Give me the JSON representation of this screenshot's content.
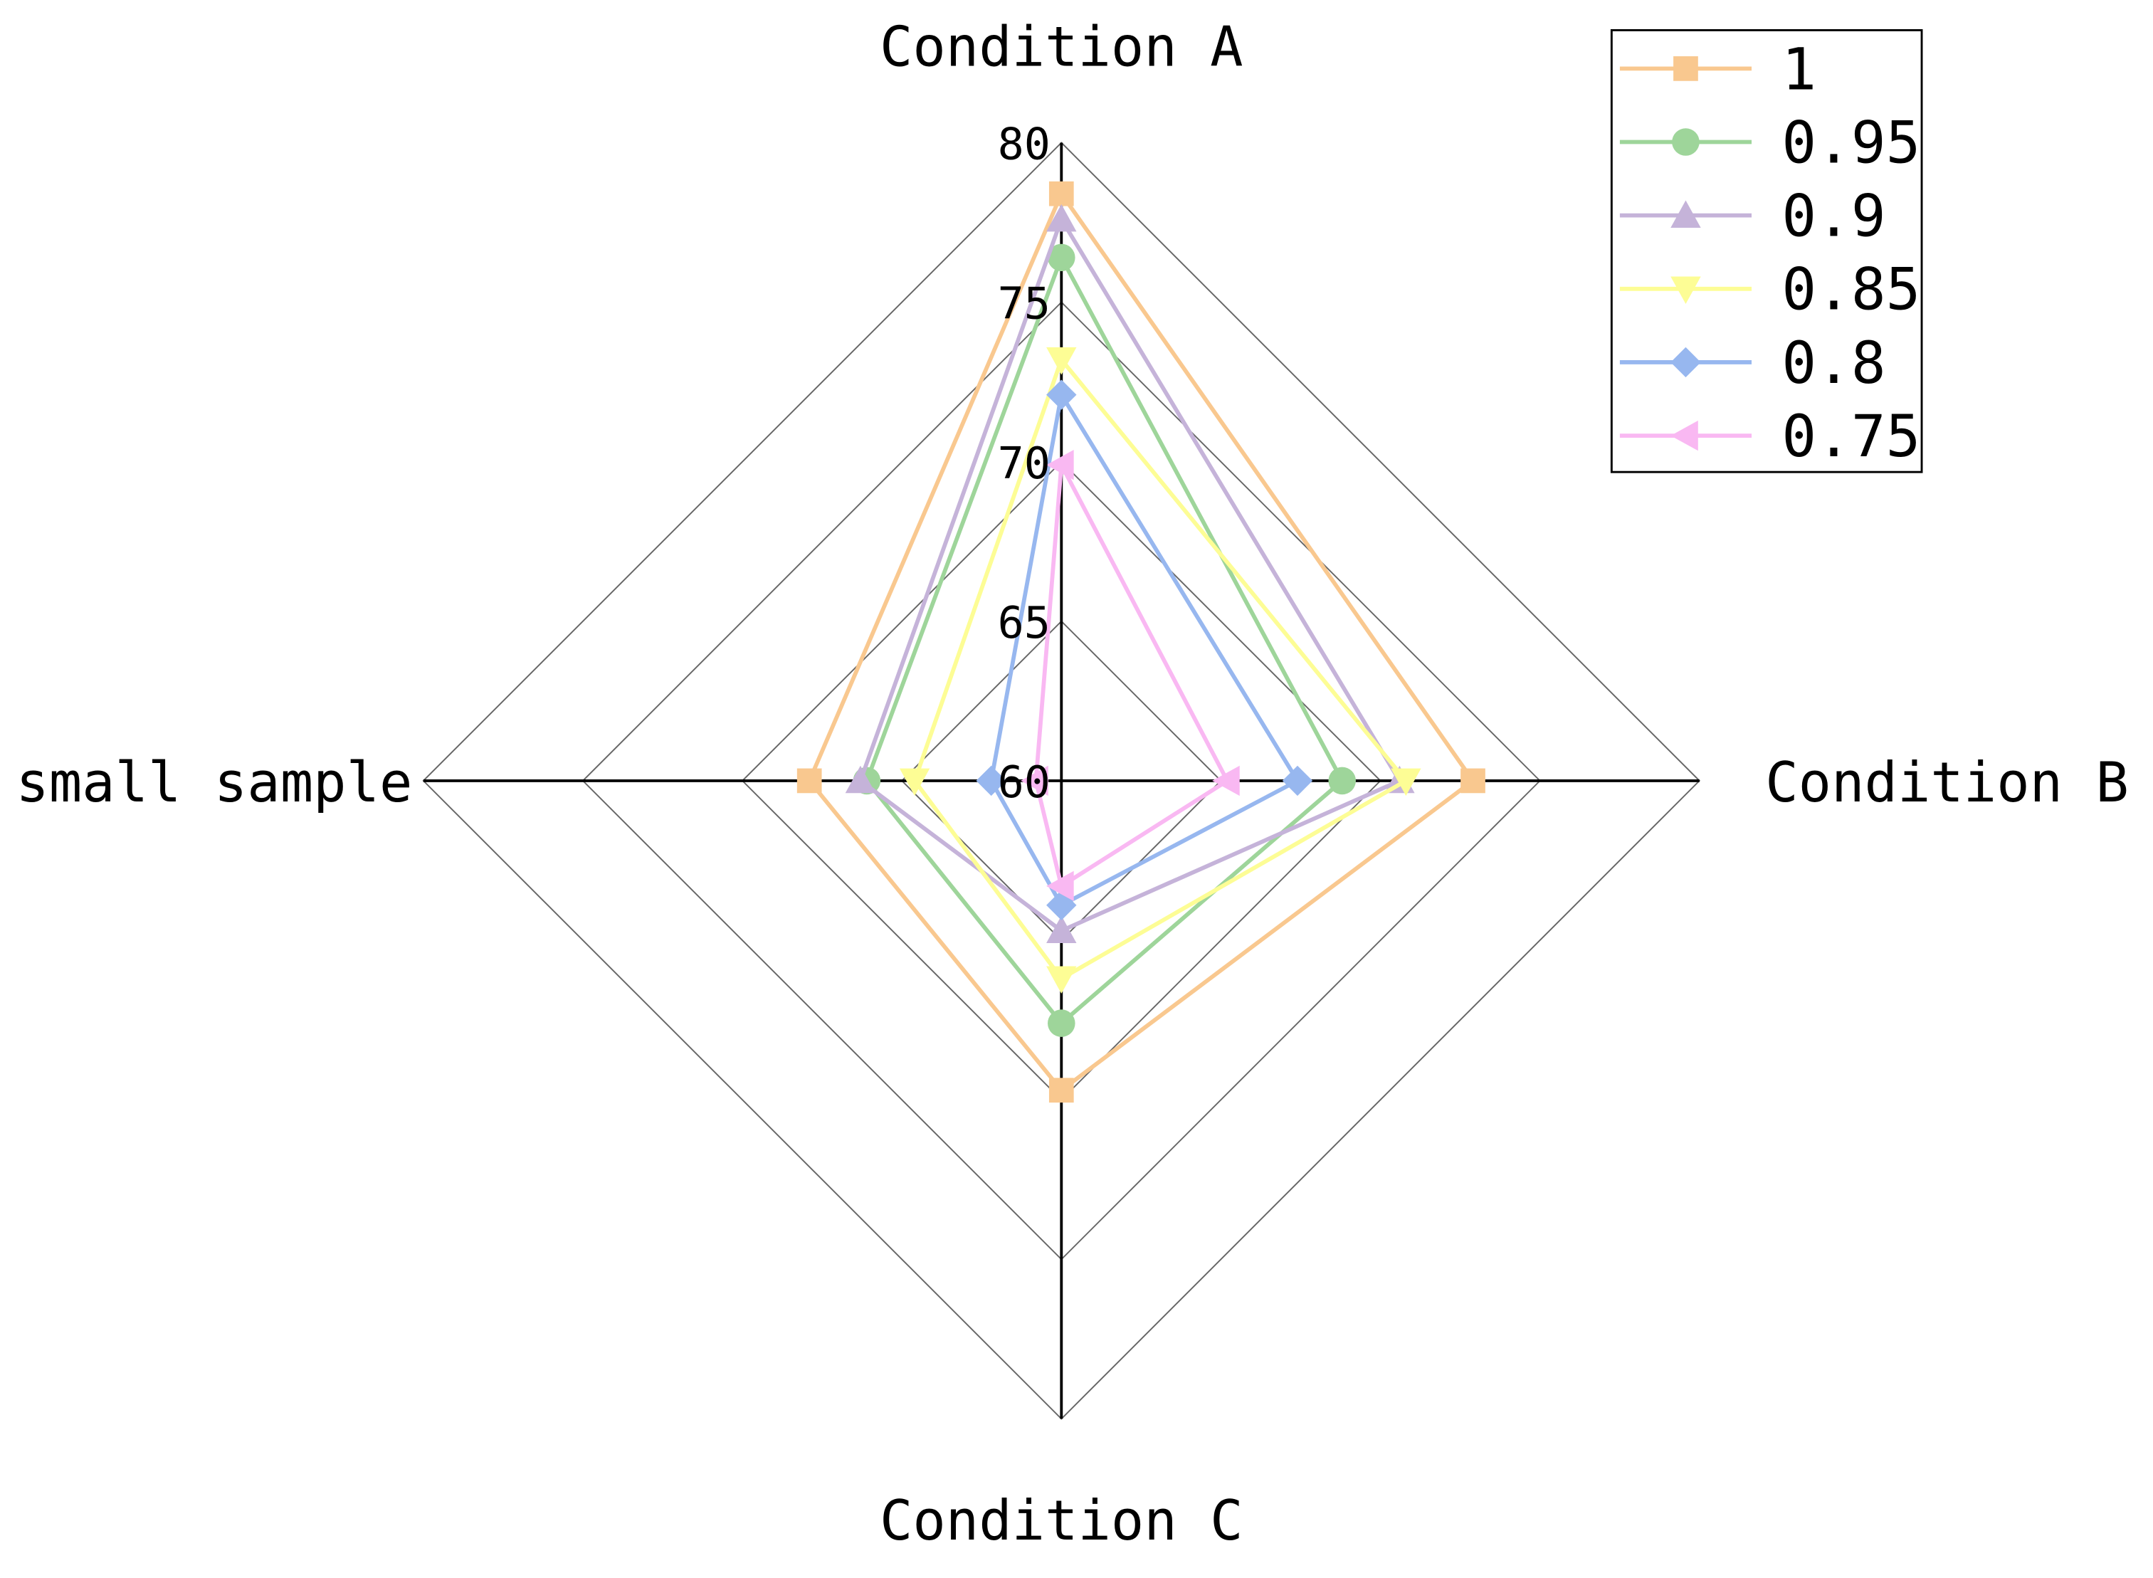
{
  "chart_data": {
    "type": "radar",
    "title": "",
    "axes": [
      "Condition A",
      "Condition B",
      "Condition C",
      "small sample"
    ],
    "range": [
      60,
      80
    ],
    "ticks": [
      60,
      65,
      70,
      75,
      80
    ],
    "tick_labels": [
      "60",
      "65",
      "70",
      "75",
      "80"
    ],
    "legend_position": "top-right",
    "series": [
      {
        "name": "1",
        "marker": "square",
        "color": "#F9C88F",
        "values": [
          78.4,
          72.9,
          69.7,
          67.9
        ]
      },
      {
        "name": "0.95",
        "marker": "circle",
        "color": "#9ED59A",
        "values": [
          76.4,
          68.8,
          67.6,
          66.1
        ]
      },
      {
        "name": "0.9",
        "marker": "triangle-up",
        "color": "#C5B3D9",
        "values": [
          77.6,
          70.6,
          64.7,
          66.3
        ]
      },
      {
        "name": "0.85",
        "marker": "triangle-down",
        "color": "#FDFD95",
        "values": [
          73.2,
          70.8,
          66.2,
          64.6
        ]
      },
      {
        "name": "0.8",
        "marker": "diamond",
        "color": "#97B7EF",
        "values": [
          72.1,
          67.4,
          63.9,
          62.2
        ]
      },
      {
        "name": "0.75",
        "marker": "triangle-left",
        "color": "#F9B8F2",
        "values": [
          69.9,
          65.2,
          63.3,
          60.8
        ]
      }
    ]
  }
}
